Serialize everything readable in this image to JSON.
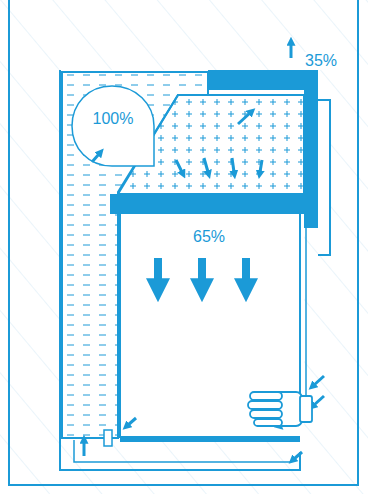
{
  "diagram": {
    "nodes": [
      {
        "text": [
          "100%"
        ]
      }
    ],
    "labels": [
      "35%",
      "65%"
    ]
  }
}
